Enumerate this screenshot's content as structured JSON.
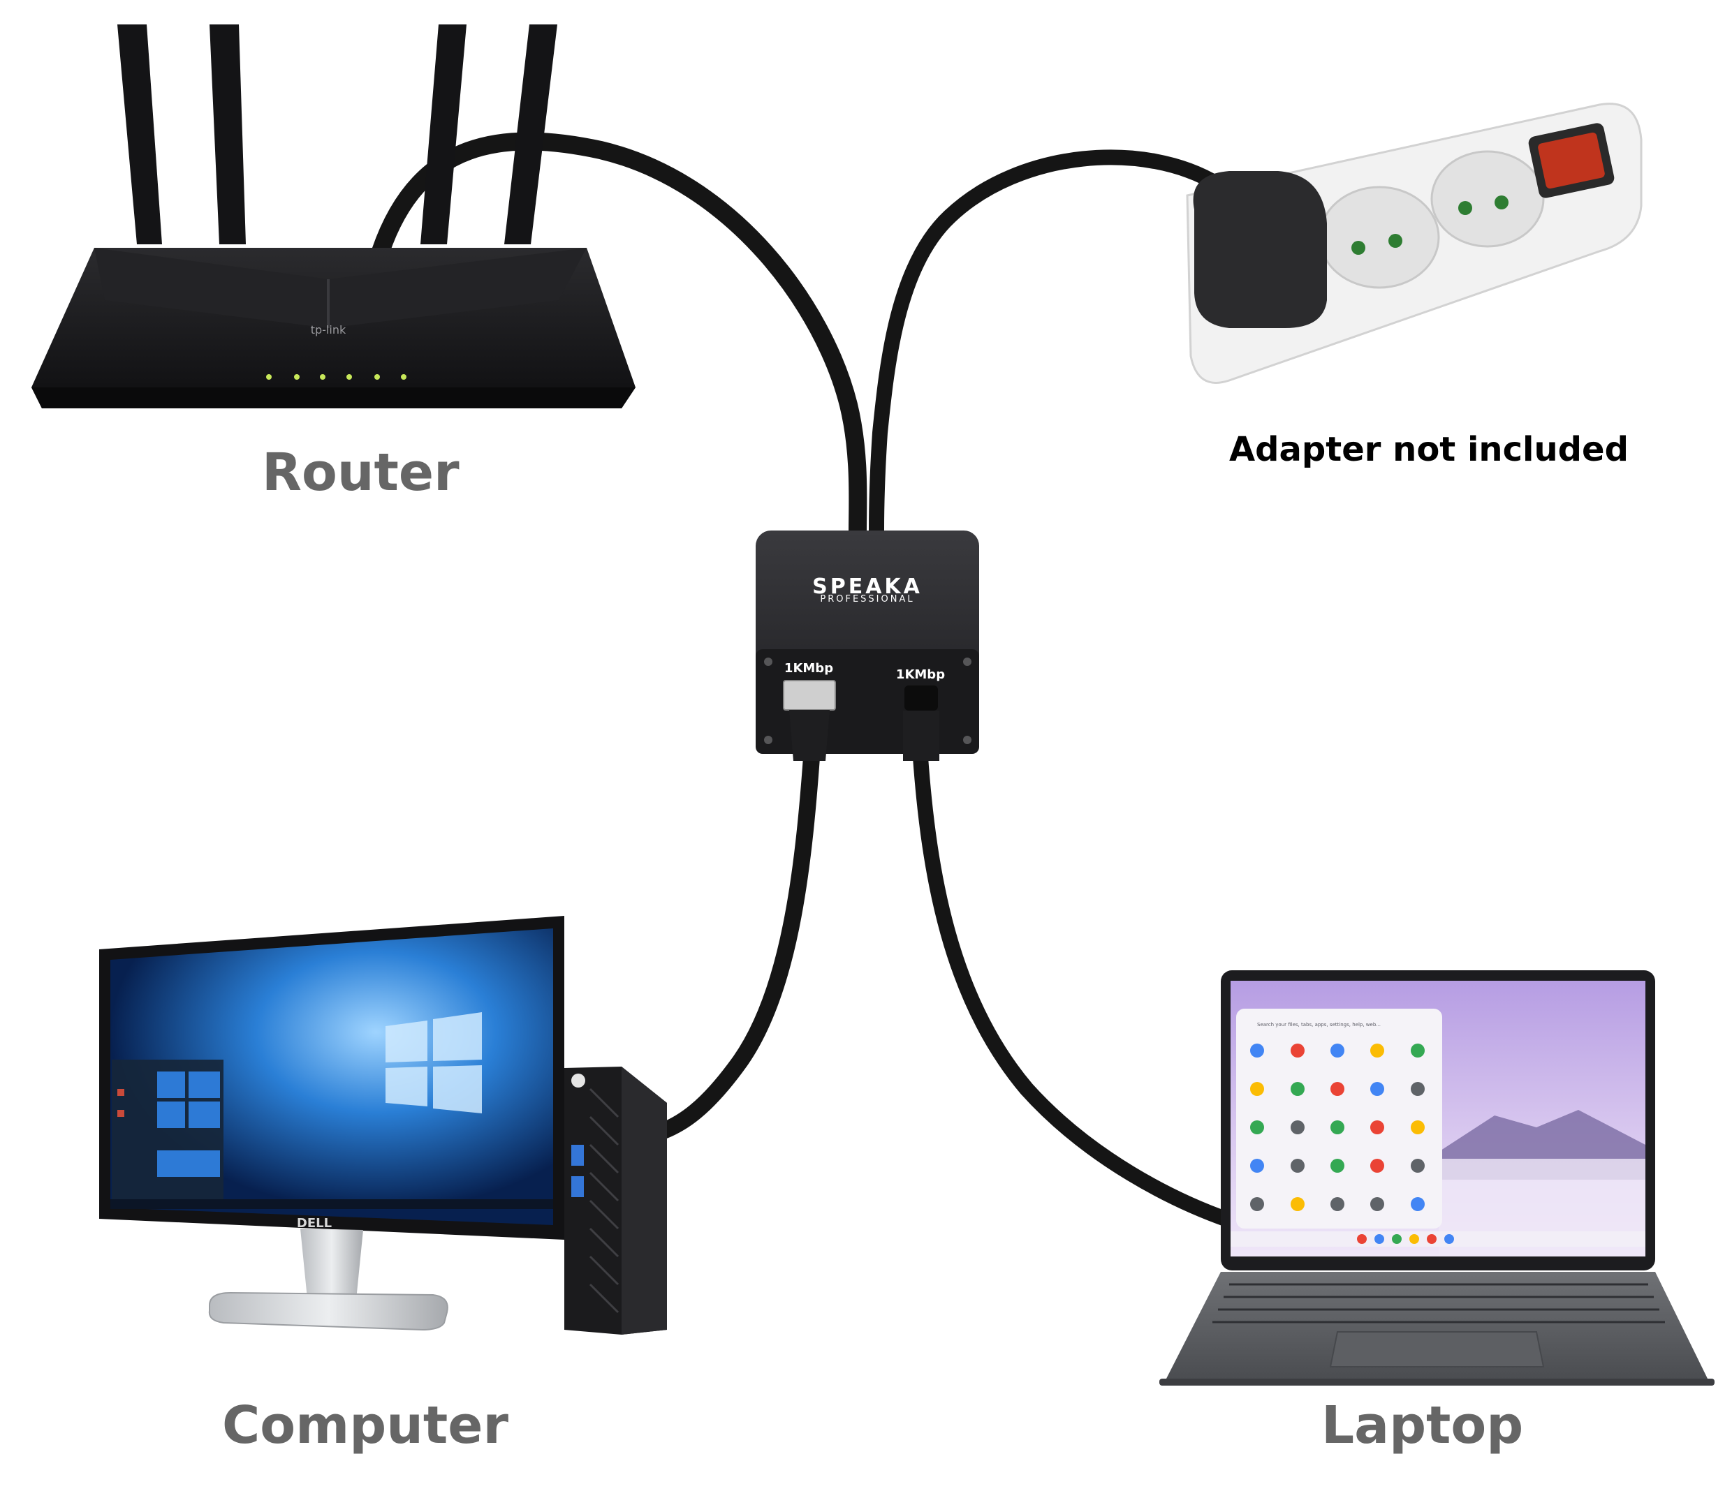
{
  "labels": {
    "router": "Router",
    "adapter_note": "Adapter not included",
    "computer": "Computer",
    "laptop": "Laptop"
  },
  "adapter": {
    "brand_line1": "SPEAKA",
    "brand_line2": "PROFESSIONAL",
    "port_left_label": "1KMbp",
    "port_right_label": "1KMbp"
  },
  "router_brand": "tp-link",
  "monitor_brand": "DELL",
  "laptop_search_placeholder": "Search your files, tabs, apps, settings, help, web...",
  "colors": {
    "label_grey": "#666666",
    "device_black": "#1b1b1d",
    "cable": "#151515",
    "switch_red": "#c0341d",
    "desktop_blue": "#1a63b8",
    "laptop_wallpaper": "#c9b6e6"
  },
  "icons": [
    "router-icon",
    "power-strip-icon",
    "adapter-box-icon",
    "monitor-icon",
    "pc-tower-icon",
    "laptop-icon"
  ]
}
